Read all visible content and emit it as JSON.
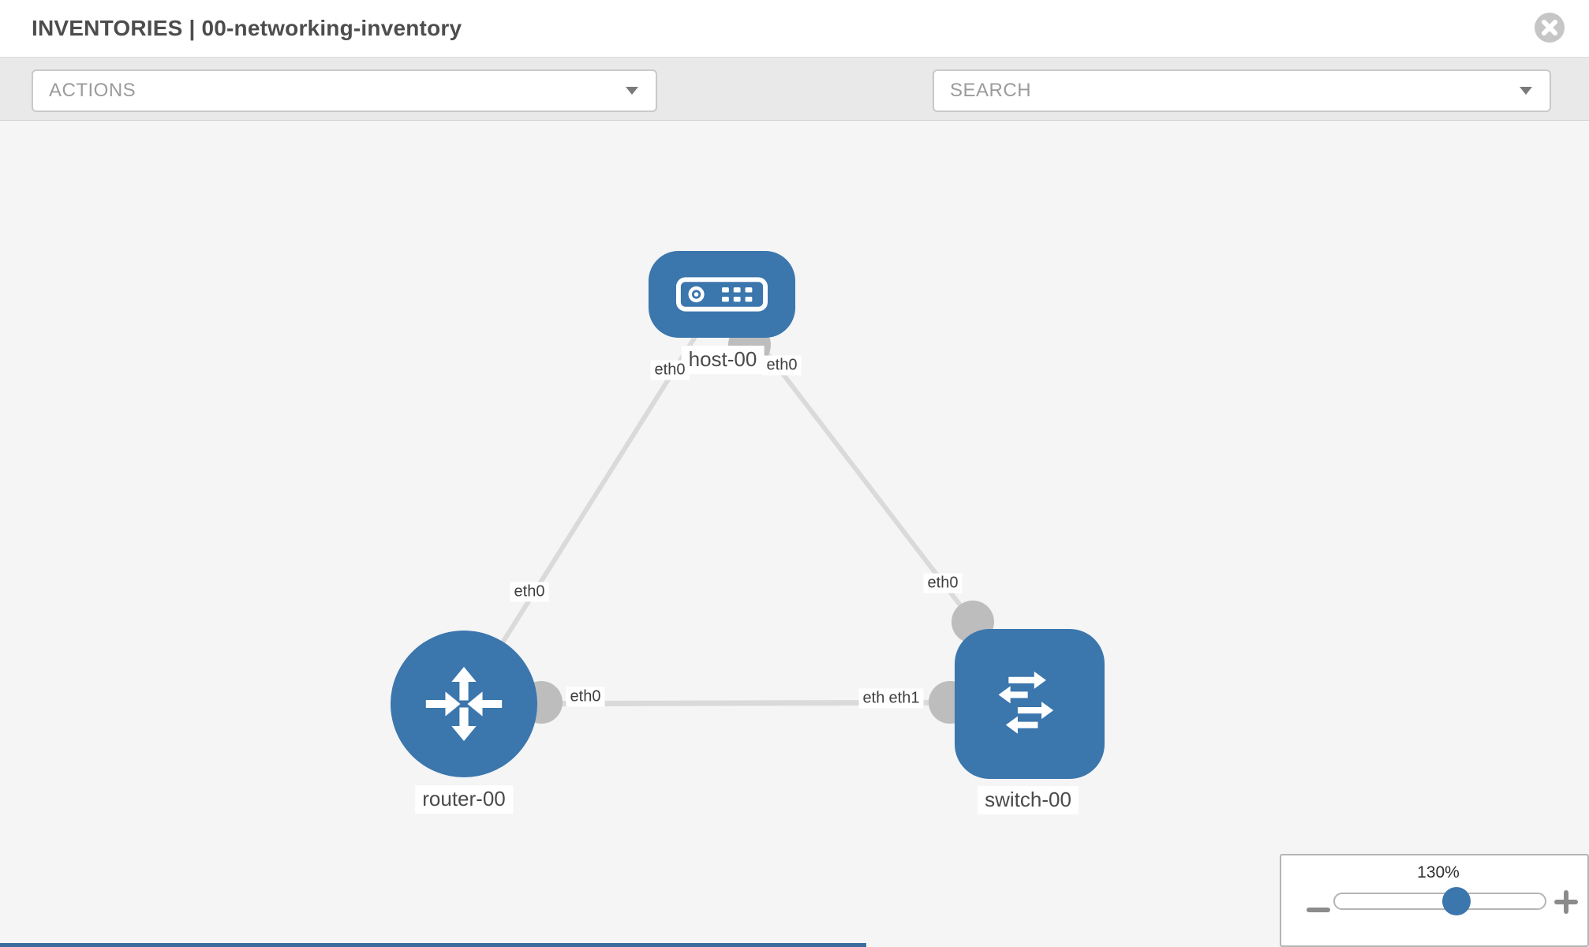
{
  "header": {
    "title": "INVENTORIES | 00-networking-inventory",
    "close_icon": "x-circle"
  },
  "toolbar": {
    "actions_label": "ACTIONS",
    "search_label": "SEARCH",
    "wrench_icon": "wrench",
    "key_icon": "key"
  },
  "topology": {
    "nodes": {
      "host": {
        "label": "host-00",
        "type": "host"
      },
      "router": {
        "label": "router-00",
        "type": "router"
      },
      "switch": {
        "label": "switch-00",
        "type": "switch"
      }
    },
    "links": [
      {
        "source": "host-00",
        "target": "router-00",
        "source_interface": "eth0",
        "target_interface": "eth0"
      },
      {
        "source": "host-00",
        "target": "switch-00",
        "source_interface": "eth0",
        "target_interface": "eth0"
      },
      {
        "source": "router-00",
        "target": "switch-00",
        "source_interface": "eth0",
        "target_interface": "eth1"
      }
    ],
    "overlap_label": "eth0"
  },
  "zoom": {
    "level": "130%",
    "percent": 130
  },
  "colors": {
    "node_blue": "#3b76ad",
    "accent_blue": "#3b76ad",
    "link_gray": "#dadada",
    "connector_gray": "#bdbdbd",
    "toolbar_gray": "#e9e9e9",
    "canvas_gray": "#f5f5f5"
  }
}
